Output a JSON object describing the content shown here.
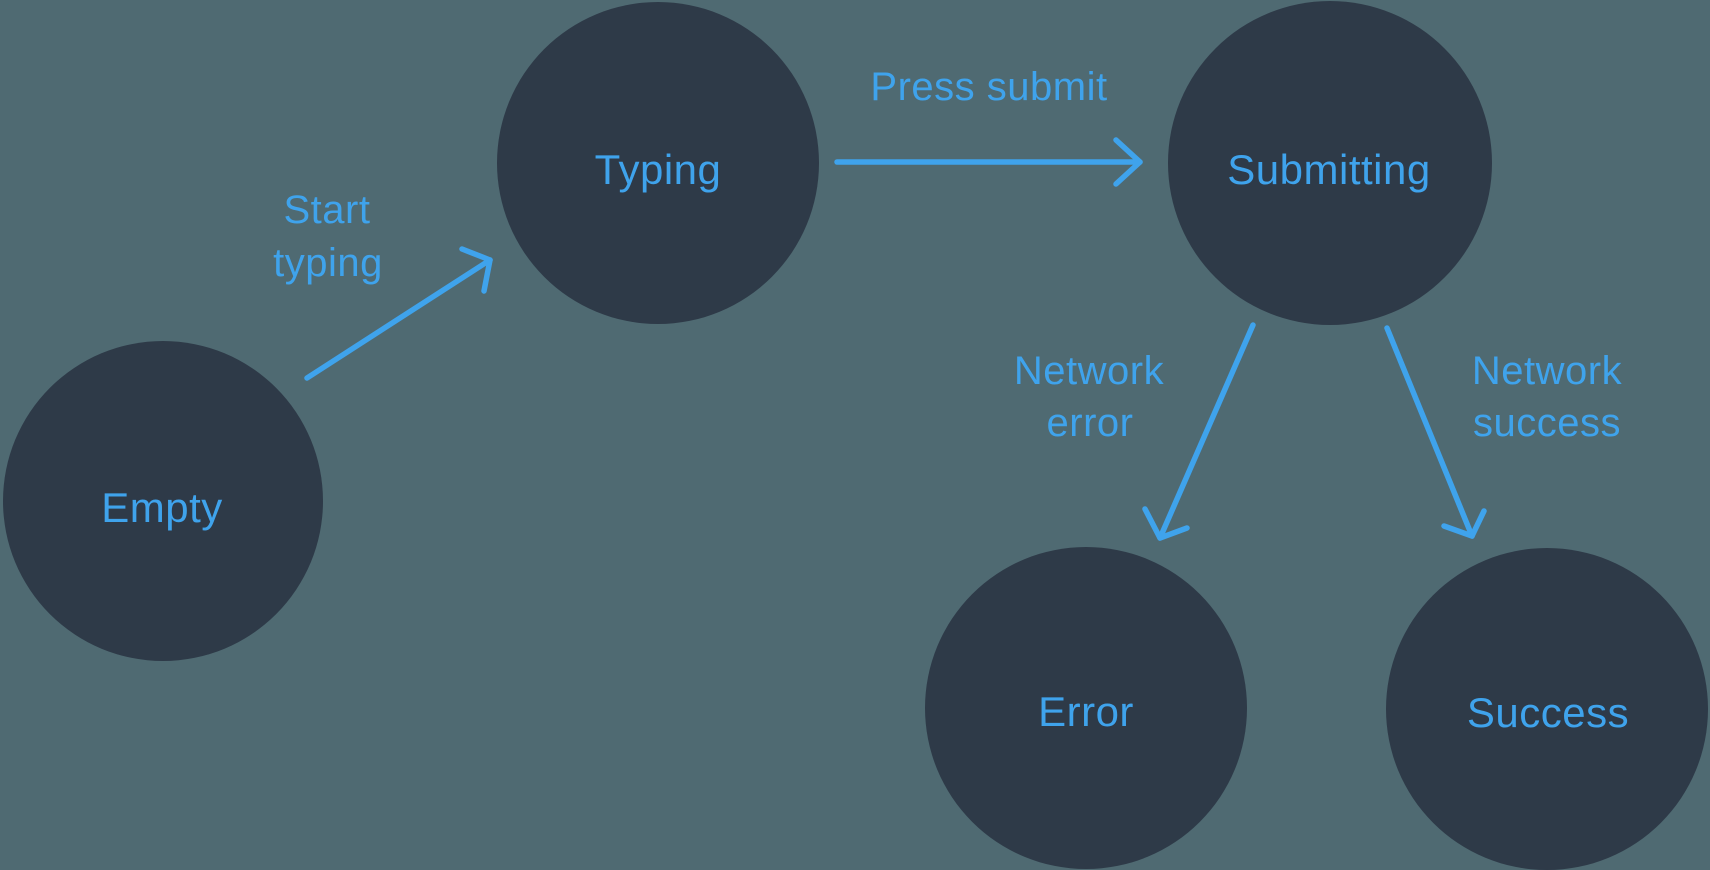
{
  "diagram": {
    "colors": {
      "background": "#4F6A72",
      "node": "#2E3A48",
      "accent": "#3FA3EC"
    },
    "nodes": [
      {
        "id": "empty",
        "label": "Empty"
      },
      {
        "id": "typing",
        "label": "Typing"
      },
      {
        "id": "submitting",
        "label": "Submitting"
      },
      {
        "id": "error",
        "label": "Error"
      },
      {
        "id": "success",
        "label": "Success"
      }
    ],
    "edges": [
      {
        "from": "Empty",
        "to": "Typing",
        "label": "Start typing",
        "lines": [
          "Start",
          "typing"
        ]
      },
      {
        "from": "Typing",
        "to": "Submitting",
        "label": "Press submit",
        "lines": [
          "Press submit"
        ]
      },
      {
        "from": "Submitting",
        "to": "Error",
        "label": "Network error",
        "lines": [
          "Network",
          "error"
        ]
      },
      {
        "from": "Submitting",
        "to": "Success",
        "label": "Network success",
        "lines": [
          "Network",
          "success"
        ]
      }
    ]
  }
}
